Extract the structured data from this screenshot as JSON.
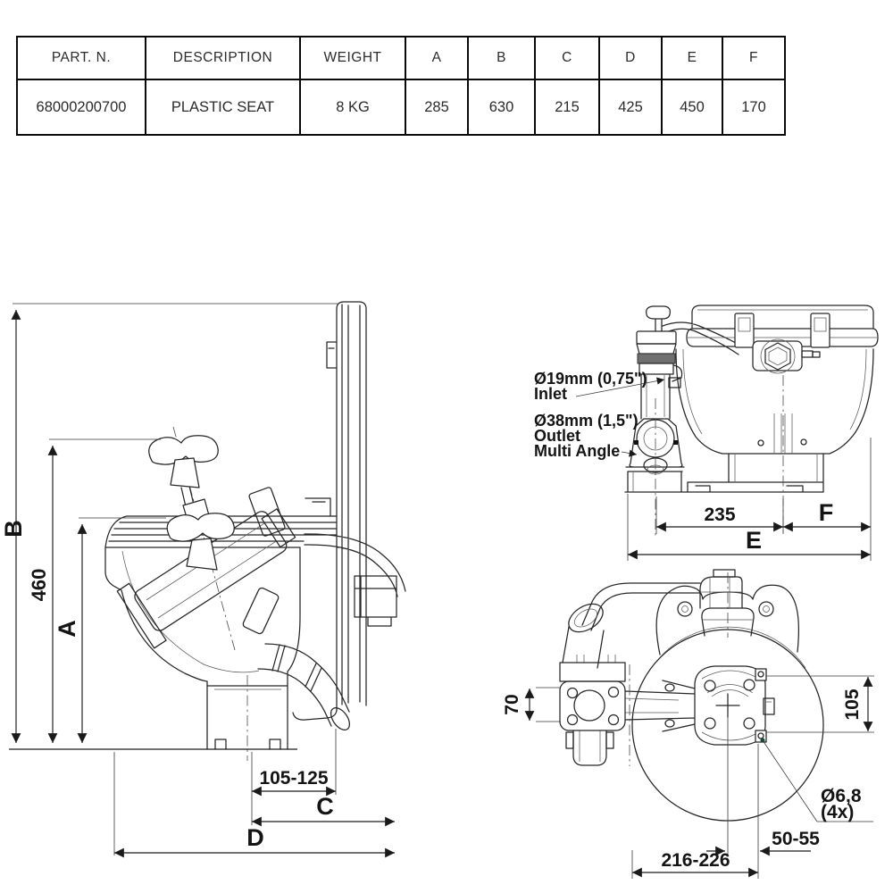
{
  "table": {
    "headers": [
      "PART. N.",
      "DESCRIPTION",
      "WEIGHT",
      "A",
      "B",
      "C",
      "D",
      "E",
      "F"
    ],
    "row": {
      "part_n": "68000200700",
      "description": "PLASTIC SEAT",
      "weight": "8 KG",
      "a": "285",
      "b": "630",
      "c": "215",
      "d": "425",
      "e": "450",
      "f": "170"
    }
  },
  "side_view": {
    "dim_b": "B",
    "dim_460": "460",
    "dim_a": "A",
    "dim_105_125": "105-125",
    "dim_c": "C",
    "dim_d": "D"
  },
  "front_view": {
    "inlet_size": "Ø19mm (0,75\")",
    "inlet_label": "Inlet",
    "outlet_size": "Ø38mm (1,5\")",
    "outlet_label": "Outlet",
    "outlet_note": "Multi Angle",
    "dim_235": "235",
    "dim_f": "F",
    "dim_e": "E"
  },
  "top_view": {
    "dim_70": "70",
    "dim_105": "105",
    "dim_holes": "Ø6,8",
    "dim_holes_qty": "(4x)",
    "dim_50_55": "50-55",
    "dim_216_226": "216-226"
  },
  "colors": {
    "part_number_blue": "#2a7fc7",
    "line": "#262626"
  }
}
